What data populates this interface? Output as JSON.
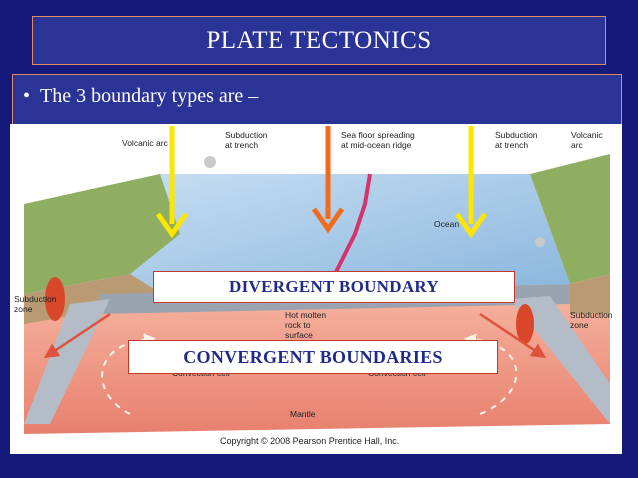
{
  "slide": {
    "title": "PLATE TECTONICS",
    "bullet_marker": "•",
    "bullet_text": "The 3 boundary types are –"
  },
  "diagram": {
    "labels": {
      "volcanic_arc_left": "Volcanic arc",
      "subduction_trench_left": "Subduction\nat trench",
      "sea_floor_spreading": "Sea floor spreading\nat mid-ocean ridge",
      "subduction_trench_right": "Subduction\nat trench",
      "volcanic_arc_right": "Volcanic\narc",
      "ocean": "Ocean",
      "subduction_zone_left": "Subduction\nzone",
      "subduction_zone_right": "Subduction\nzone",
      "hot_molten_rock": "Hot molten\nrock to\nsurface",
      "convection_cell_left": "Convection cell",
      "convection_cell_right": "Convection cell",
      "mantle": "Mantle",
      "copyright": "Copyright © 2008 Pearson Prentice Hall, Inc."
    },
    "callouts": {
      "divergent": "DIVERGENT BOUNDARY",
      "convergent": "CONVERGENT BOUNDARIES"
    },
    "colors": {
      "arrow_yellow": "#ffe600",
      "arrow_orange": "#f26a1b",
      "ocean": "#9fc4e6",
      "mantle": "#ef9a88",
      "callout_text": "#1f2a8c",
      "callout_border": "#c0392b"
    }
  }
}
